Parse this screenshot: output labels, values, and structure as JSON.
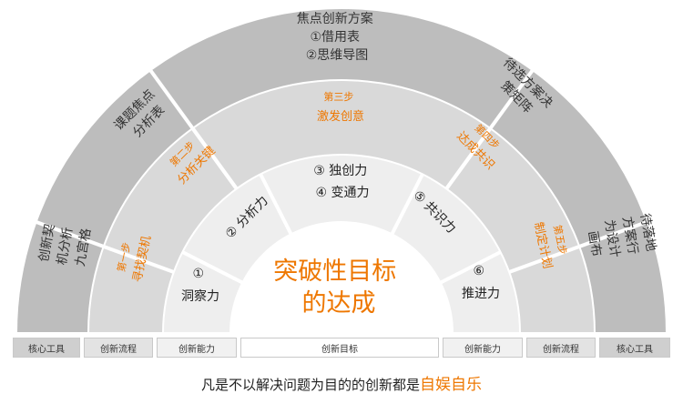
{
  "core_tools": {
    "left": [
      "创新契",
      "机分析",
      "九宫格"
    ],
    "upper_left": [
      "课题焦点",
      "分析表"
    ],
    "top": [
      "焦点创新方案",
      "①借用表",
      "②思维导图"
    ],
    "upper_right": [
      "待选方案决",
      "策矩阵"
    ],
    "right": [
      "待落地",
      "方案行",
      "为设计",
      "画布"
    ]
  },
  "process": {
    "step1": [
      "第一步",
      "寻找契机"
    ],
    "step2": [
      "第二步",
      "分析关键"
    ],
    "step3": [
      "第三步",
      "激发创意"
    ],
    "step4": [
      "第四步",
      "达成共识"
    ],
    "step5": [
      "第五步",
      "制定计划"
    ]
  },
  "abilities": {
    "a1": [
      "①",
      "洞察力"
    ],
    "a2": "② 分析力",
    "a34": [
      "③  独创力",
      "④  变通力"
    ],
    "a5": "⑤ 共识力",
    "a6": [
      "⑥",
      "推进力"
    ]
  },
  "center": [
    "突破性目标",
    "的达成"
  ],
  "strip": {
    "core_left": "核心工具",
    "flow_left": "创新流程",
    "ability_left": "创新能力",
    "goal": "创新目标",
    "ability_right": "创新能力",
    "flow_right": "创新流程",
    "core_right": "核心工具"
  },
  "footer": {
    "text": "凡是不以解决问题为目的的创新都是",
    "highlight": "自娱自乐"
  },
  "colors": {
    "accent": "#ee7700",
    "outer_ring": "#bdbdbd",
    "middle_ring": "#d9d9d9",
    "inner_ring": "#eeeeee",
    "text": "#333333"
  }
}
